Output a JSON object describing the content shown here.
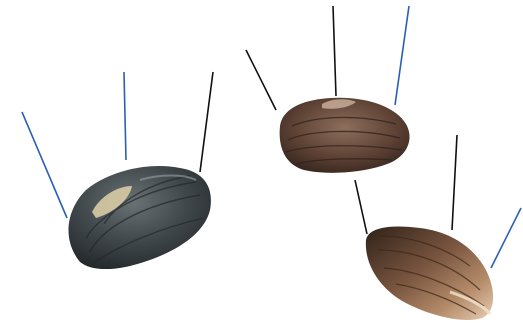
{
  "figure": {
    "background": "#ffffff",
    "leader_line_colors": {
      "blue": "#2b5fb5",
      "black": "#111111"
    },
    "shells": [
      {
        "name": "left-mussel-shell",
        "tones": [
          "#2f3538",
          "#4b5256",
          "#d9cfae"
        ]
      },
      {
        "name": "center-mussel-shell",
        "tones": [
          "#3a2a22",
          "#7a5a48",
          "#b89b85"
        ]
      },
      {
        "name": "right-mussel-shell",
        "tones": [
          "#2b1d14",
          "#8c6548",
          "#e3c8ac"
        ]
      }
    ]
  }
}
